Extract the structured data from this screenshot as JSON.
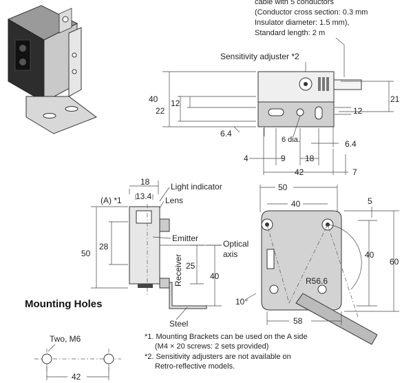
{
  "cable_note": {
    "line1": "cable with 5 conductors",
    "line2": "(Conductor cross section: 0.3 mm",
    "line3": "Insulator diameter: 1.5 mm),",
    "line4": "Standard length: 2 m"
  },
  "top_view": {
    "sensitivity_label": "Sensitivity adjuster *2",
    "dims": {
      "d40": "40",
      "d22": "22",
      "d12a": "12",
      "d21": "21",
      "d12b": "12",
      "d6_4a": "6.4",
      "d6dia": "6 dia.",
      "d6_4b": "6.4",
      "d4": "4",
      "d9": "9",
      "d18": "18",
      "d42": "42",
      "d7": "7"
    }
  },
  "side_view": {
    "label_A": "(A) *1",
    "d18": "18",
    "d13_4": "13.4",
    "light_indicator": "Light indicator",
    "lens": "Lens",
    "emitter": "Emitter",
    "receiver": "Receiver",
    "optical_axis_1": "Optical",
    "optical_axis_2": "axis",
    "d50": "50",
    "d28": "28",
    "d25": "25",
    "d40": "40",
    "steel": "Steel"
  },
  "bracket_view": {
    "d50": "50",
    "d40": "40",
    "d5": "5",
    "d40v": "40",
    "d60": "60",
    "r56_6": "R56.6",
    "angle": "10°",
    "d58": "58"
  },
  "mounting_holes": {
    "title": "Mounting Holes",
    "two_m6": "Two, M6",
    "d42": "42"
  },
  "notes": {
    "n1a": "*1. Mounting Brackets can be used on the A side",
    "n1b": "(M4 × 20 screws: 2 sets provided)",
    "n2a": "*2. Sensitivity adjusters are not available on",
    "n2b": "Retro-reflective models."
  }
}
